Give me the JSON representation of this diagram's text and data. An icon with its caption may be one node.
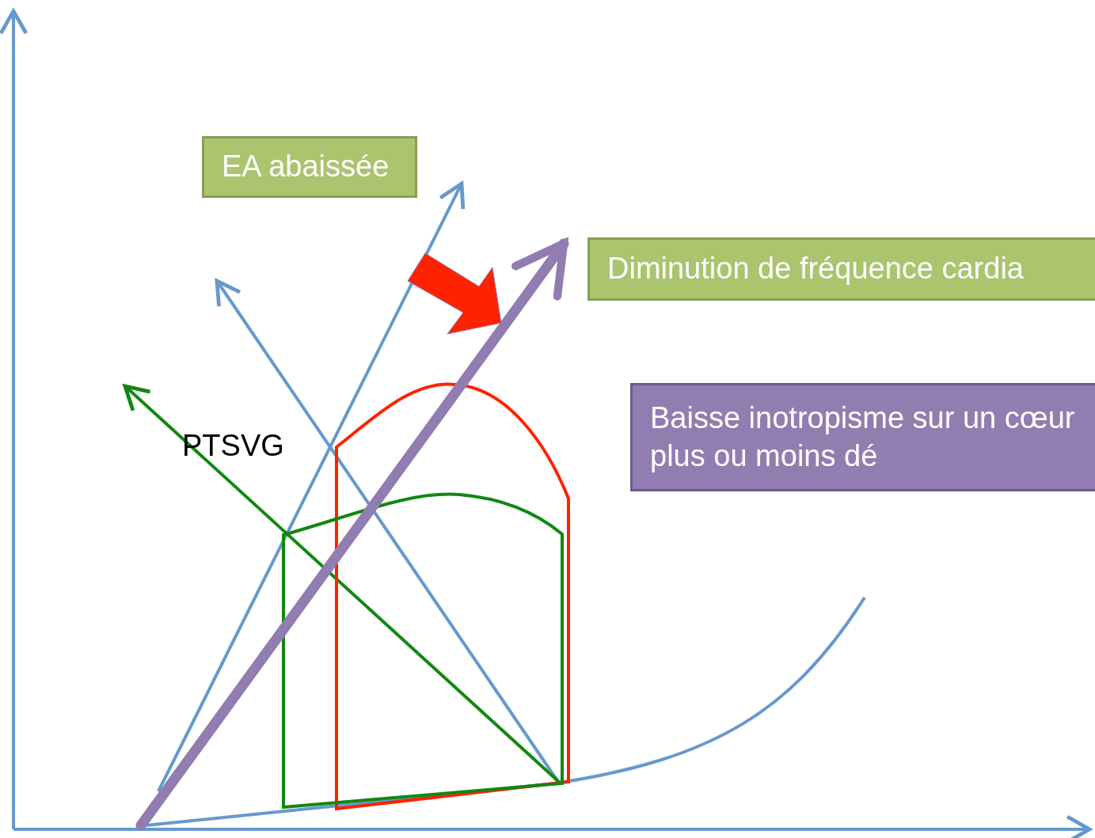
{
  "diagram": {
    "nodes": [
      {
        "text": [
          "EA abaissée"
        ]
      },
      {
        "text": [
          "Diminution de fréquence cardia"
        ]
      },
      {
        "text": [
          "Baisse inotropisme sur un cœur plus ou moins dé"
        ]
      }
    ],
    "labels": [
      "PTSVG"
    ]
  }
}
